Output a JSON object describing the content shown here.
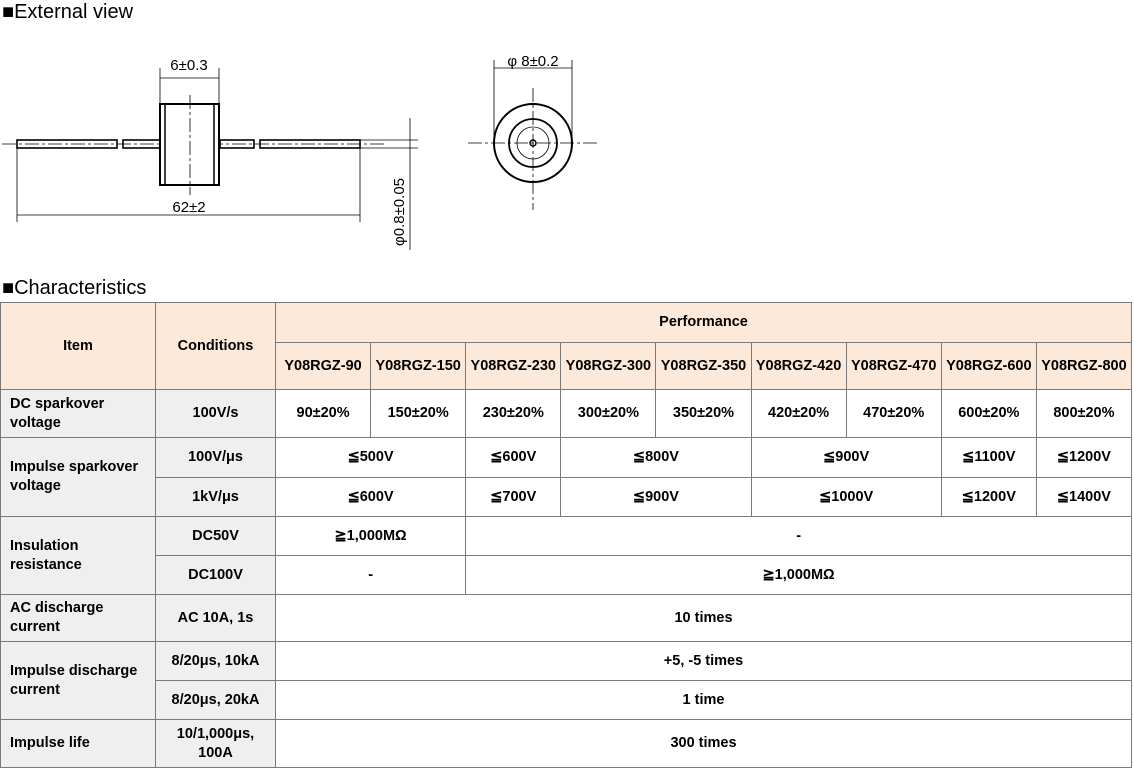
{
  "sections": {
    "external": "■External view",
    "characteristics": "■Characteristics"
  },
  "drawing": {
    "body_width": "6±0.3",
    "length": "62±2",
    "lead_dia": "φ0.8±0.05",
    "body_dia": "φ 8±0.2"
  },
  "table": {
    "headers": {
      "item": "Item",
      "conditions": "Conditions",
      "performance": "Performance"
    },
    "models": [
      "Y08RGZ-90",
      "Y08RGZ-150",
      "Y08RGZ-230",
      "Y08RGZ-300",
      "Y08RGZ-350",
      "Y08RGZ-420",
      "Y08RGZ-470",
      "Y08RGZ-600",
      "Y08RGZ-800"
    ],
    "rows": [
      {
        "item": "DC sparkover voltage",
        "span": 1,
        "height": 48,
        "cond": "100V/s",
        "cells": [
          [
            "90±20%",
            1
          ],
          [
            "150±20%",
            1
          ],
          [
            "230±20%",
            1
          ],
          [
            "300±20%",
            1
          ],
          [
            "350±20%",
            1
          ],
          [
            "420±20%",
            1
          ],
          [
            "470±20%",
            1
          ],
          [
            "600±20%",
            1
          ],
          [
            "800±20%",
            1
          ]
        ]
      },
      {
        "item": "Impulse sparkover voltage",
        "span": 2,
        "height": 40,
        "cond": "100V/μs",
        "cells": [
          [
            "≦500V",
            2
          ],
          [
            "≦600V",
            1
          ],
          [
            "≦800V",
            2
          ],
          [
            "≦900V",
            2
          ],
          [
            "≦1100V",
            1
          ],
          [
            "≦1200V",
            1
          ]
        ]
      },
      {
        "height": 39,
        "cond": "1kV/μs",
        "cells": [
          [
            "≦600V",
            2
          ],
          [
            "≦700V",
            1
          ],
          [
            "≦900V",
            2
          ],
          [
            "≦1000V",
            2
          ],
          [
            "≦1200V",
            1
          ],
          [
            "≦1400V",
            1
          ]
        ]
      },
      {
        "item": "Insulation resistance",
        "span": 2,
        "height": 39,
        "cond": "DC50V",
        "cells": [
          [
            "≧1,000MΩ",
            2
          ],
          [
            "-",
            7
          ]
        ]
      },
      {
        "height": 39,
        "cond": "DC100V",
        "cells": [
          [
            "-",
            2
          ],
          [
            "≧1,000MΩ",
            7
          ]
        ]
      },
      {
        "item": "AC discharge current",
        "span": 1,
        "height": 47,
        "cond": "AC 10A, 1s",
        "cells": [
          [
            "10 times",
            9
          ]
        ]
      },
      {
        "item": "Impulse discharge current",
        "span": 2,
        "height": 39,
        "cond": "8/20μs, 10kA",
        "cells": [
          [
            "+5, -5 times",
            9
          ]
        ]
      },
      {
        "height": 39,
        "cond": "8/20μs, 20kA",
        "cells": [
          [
            "1 time",
            9
          ]
        ]
      },
      {
        "item": "Impulse life",
        "span": 1,
        "height": 48,
        "cond": "10/1,000μs, 100A",
        "cells": [
          [
            "300 times",
            9
          ]
        ]
      }
    ]
  }
}
